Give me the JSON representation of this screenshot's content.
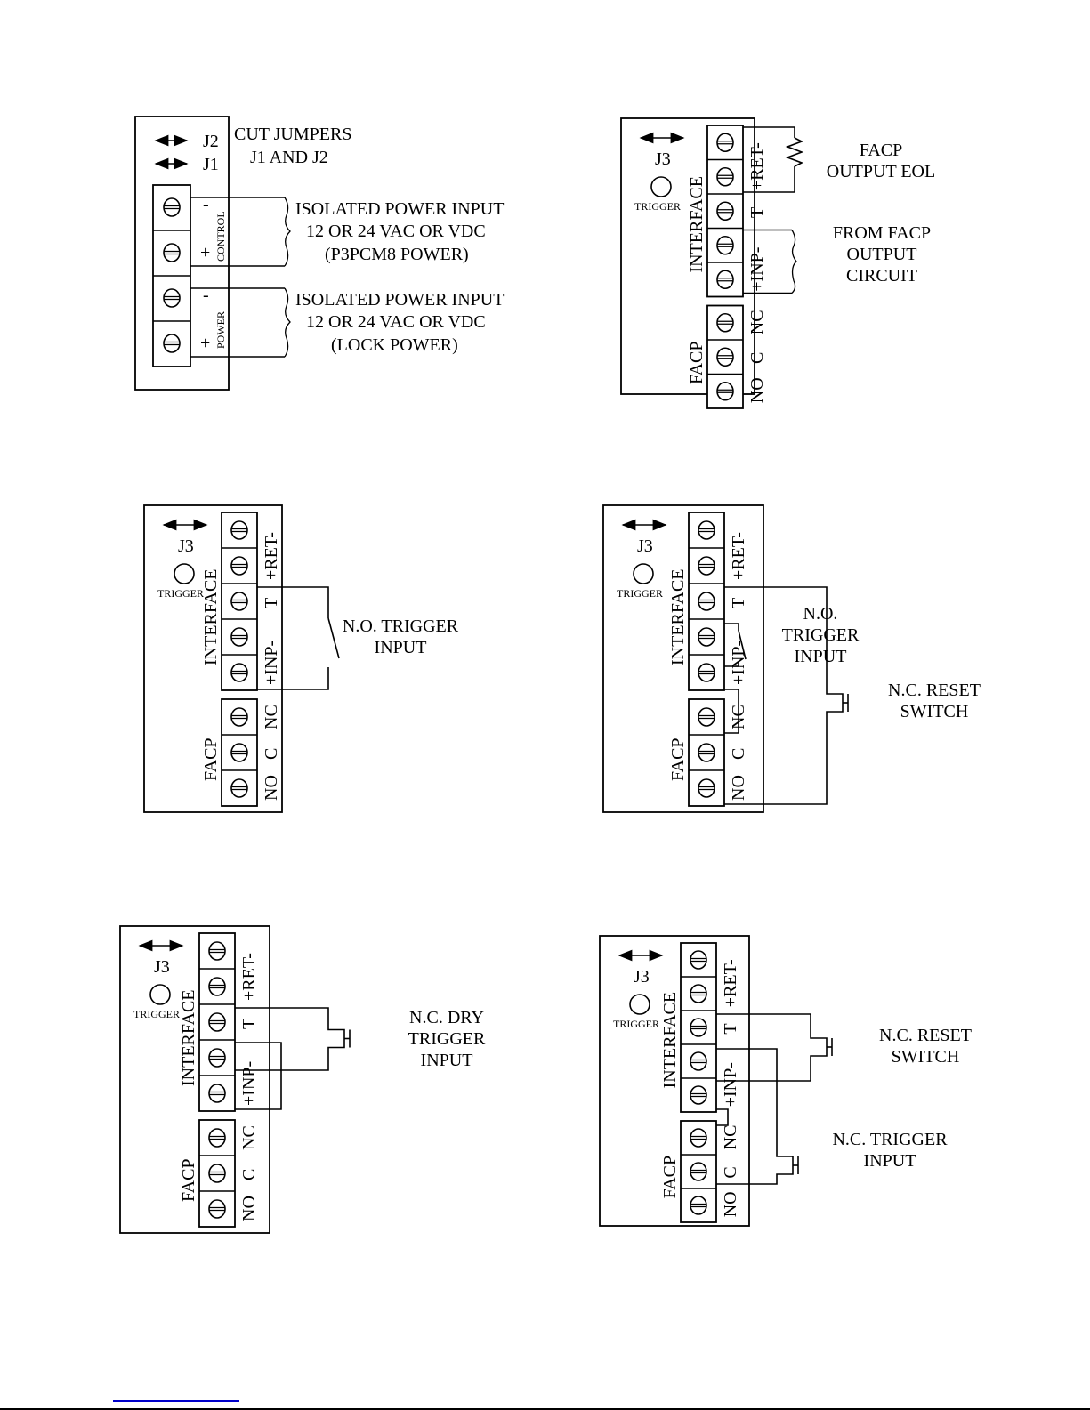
{
  "page": {
    "footer_link_visible": true
  },
  "diagrams": [
    {
      "id": "power-input",
      "jumpers": [
        "J2",
        "J1"
      ],
      "jumper_note": [
        "CUT JUMPERS",
        "J1 AND J2"
      ],
      "terminal_groups": [
        {
          "name": "CONTROL",
          "polarity": [
            "-",
            "+"
          ]
        },
        {
          "name": "POWER",
          "polarity": [
            "-",
            "+"
          ]
        }
      ],
      "notes": [
        [
          "ISOLATED POWER INPUT",
          "12 OR 24 VAC OR VDC",
          "(P3PCM8 POWER)"
        ],
        [
          "ISOLATED POWER INPUT",
          "12 OR 24 VAC OR VDC",
          "(LOCK POWER)"
        ]
      ]
    },
    {
      "id": "facp-output-eol",
      "jumper": "J3",
      "led_label": "TRIGGER",
      "group_labels": {
        "interface": "INTERFACE",
        "facp": "FACP"
      },
      "terminal_labels": {
        "ret": "+RET-",
        "t": "T",
        "inp": "+INP-",
        "nc": "NC",
        "c": "C",
        "no": "NO"
      },
      "notes": [
        [
          "FACP",
          "OUTPUT EOL"
        ],
        [
          "FROM FACP",
          "OUTPUT",
          "CIRCUIT"
        ]
      ]
    },
    {
      "id": "no-trigger",
      "jumper": "J3",
      "led_label": "TRIGGER",
      "group_labels": {
        "interface": "INTERFACE",
        "facp": "FACP"
      },
      "terminal_labels": {
        "ret": "+RET-",
        "t": "T",
        "inp": "+INP-",
        "nc": "NC",
        "c": "C",
        "no": "NO"
      },
      "notes": [
        [
          "N.O. TRIGGER",
          "INPUT"
        ]
      ]
    },
    {
      "id": "no-trigger-nc-reset",
      "jumper": "J3",
      "led_label": "TRIGGER",
      "group_labels": {
        "interface": "INTERFACE",
        "facp": "FACP"
      },
      "terminal_labels": {
        "ret": "+RET-",
        "t": "T",
        "inp": "+INP-",
        "nc": "NC",
        "c": "C",
        "no": "NO"
      },
      "notes": [
        [
          "N.O.",
          "TRIGGER",
          "INPUT"
        ],
        [
          "N.C. RESET",
          "SWITCH"
        ]
      ]
    },
    {
      "id": "nc-dry-trigger",
      "jumper": "J3",
      "led_label": "TRIGGER",
      "group_labels": {
        "interface": "INTERFACE",
        "facp": "FACP"
      },
      "terminal_labels": {
        "ret": "+RET-",
        "t": "T",
        "inp": "+INP-",
        "nc": "NC",
        "c": "C",
        "no": "NO"
      },
      "notes": [
        [
          "N.C. DRY",
          "TRIGGER",
          "INPUT"
        ]
      ]
    },
    {
      "id": "nc-trigger-nc-reset",
      "jumper": "J3",
      "led_label": "TRIGGER",
      "group_labels": {
        "interface": "INTERFACE",
        "facp": "FACP"
      },
      "terminal_labels": {
        "ret": "+RET-",
        "t": "T",
        "inp": "+INP-",
        "nc": "NC",
        "c": "C",
        "no": "NO"
      },
      "notes": [
        [
          "N.C. RESET",
          "SWITCH"
        ],
        [
          "N.C. TRIGGER",
          "INPUT"
        ]
      ]
    }
  ]
}
